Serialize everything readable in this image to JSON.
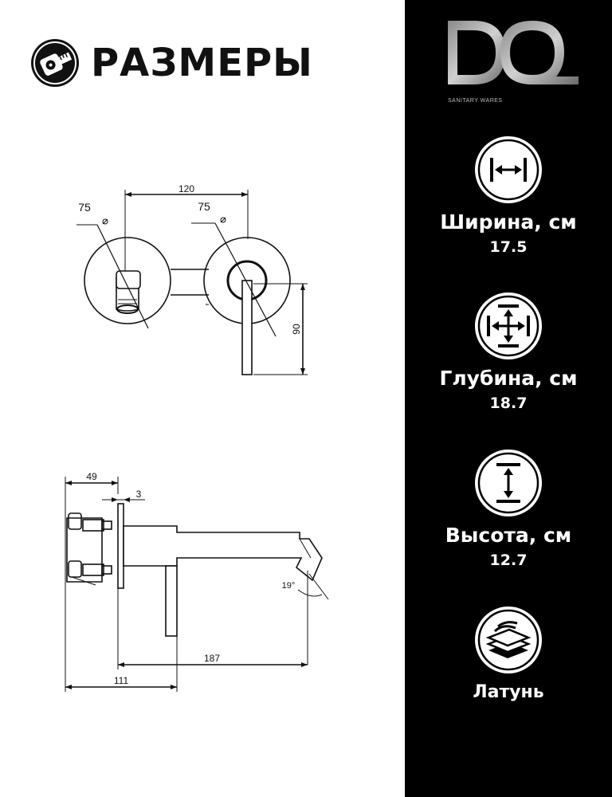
{
  "header": {
    "title": "РАЗМЕРЫ"
  },
  "brand": {
    "logo_text": "DQ",
    "tagline": "SANITARY WARES"
  },
  "specs": [
    {
      "icon": "width-arrows-icon",
      "label": "Ширина, см",
      "value": "17.5"
    },
    {
      "icon": "depth-arrows-icon",
      "label": "Глубина, см",
      "value": "18.7"
    },
    {
      "icon": "height-arrows-icon",
      "label": "Высота, см",
      "value": "12.7"
    },
    {
      "icon": "material-layers-icon",
      "label": "Латунь",
      "value": ""
    }
  ],
  "drawing_top": {
    "dim_120": "120",
    "dim_75_left": "75",
    "dim_75_right": "75",
    "dim_90": "90"
  },
  "drawing_side": {
    "dim_49": "49",
    "dim_3": "3",
    "dim_19": "19°",
    "dim_187": "187",
    "dim_111": "111"
  },
  "colors": {
    "panel": "#000000",
    "text_light": "#ffffff",
    "line": "#111111"
  }
}
